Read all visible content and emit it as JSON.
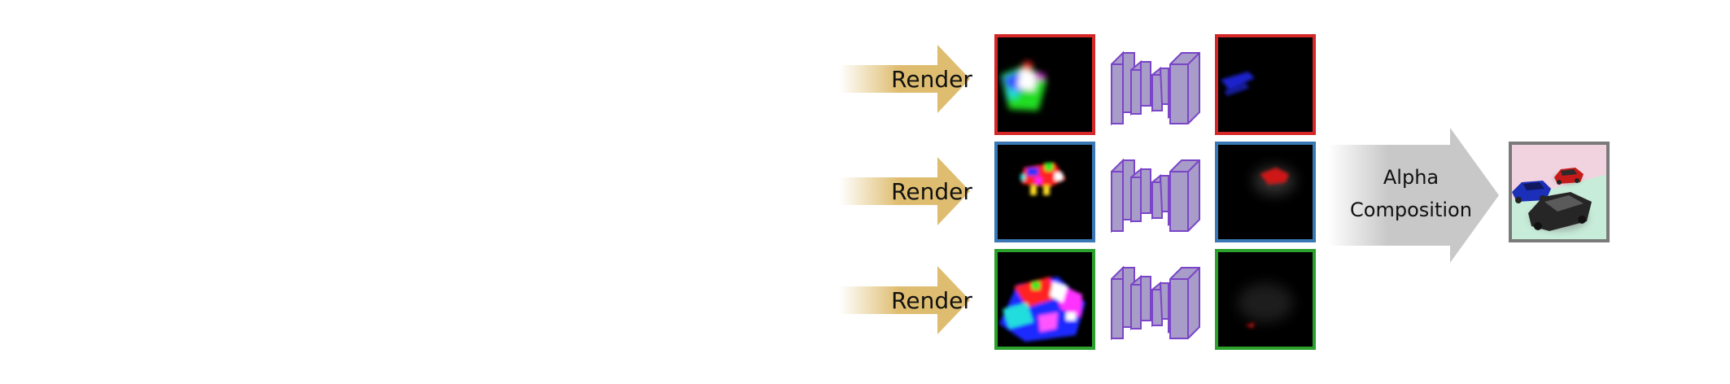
{
  "rows": [
    {
      "render_label": "Render",
      "border_color": "#d62728"
    },
    {
      "render_label": "Render",
      "border_color": "#3a78b5"
    },
    {
      "render_label": "Render",
      "border_color": "#2ca02c"
    }
  ],
  "composition": {
    "line1": "Alpha",
    "line2": "Composition"
  },
  "colors": {
    "render_arrow": "#dfbd70",
    "composition_arrow": "#c8c8c8",
    "network_fill": "#a89cc8",
    "network_stroke": "#7a45c8",
    "result_border": "#7a7a7a"
  }
}
